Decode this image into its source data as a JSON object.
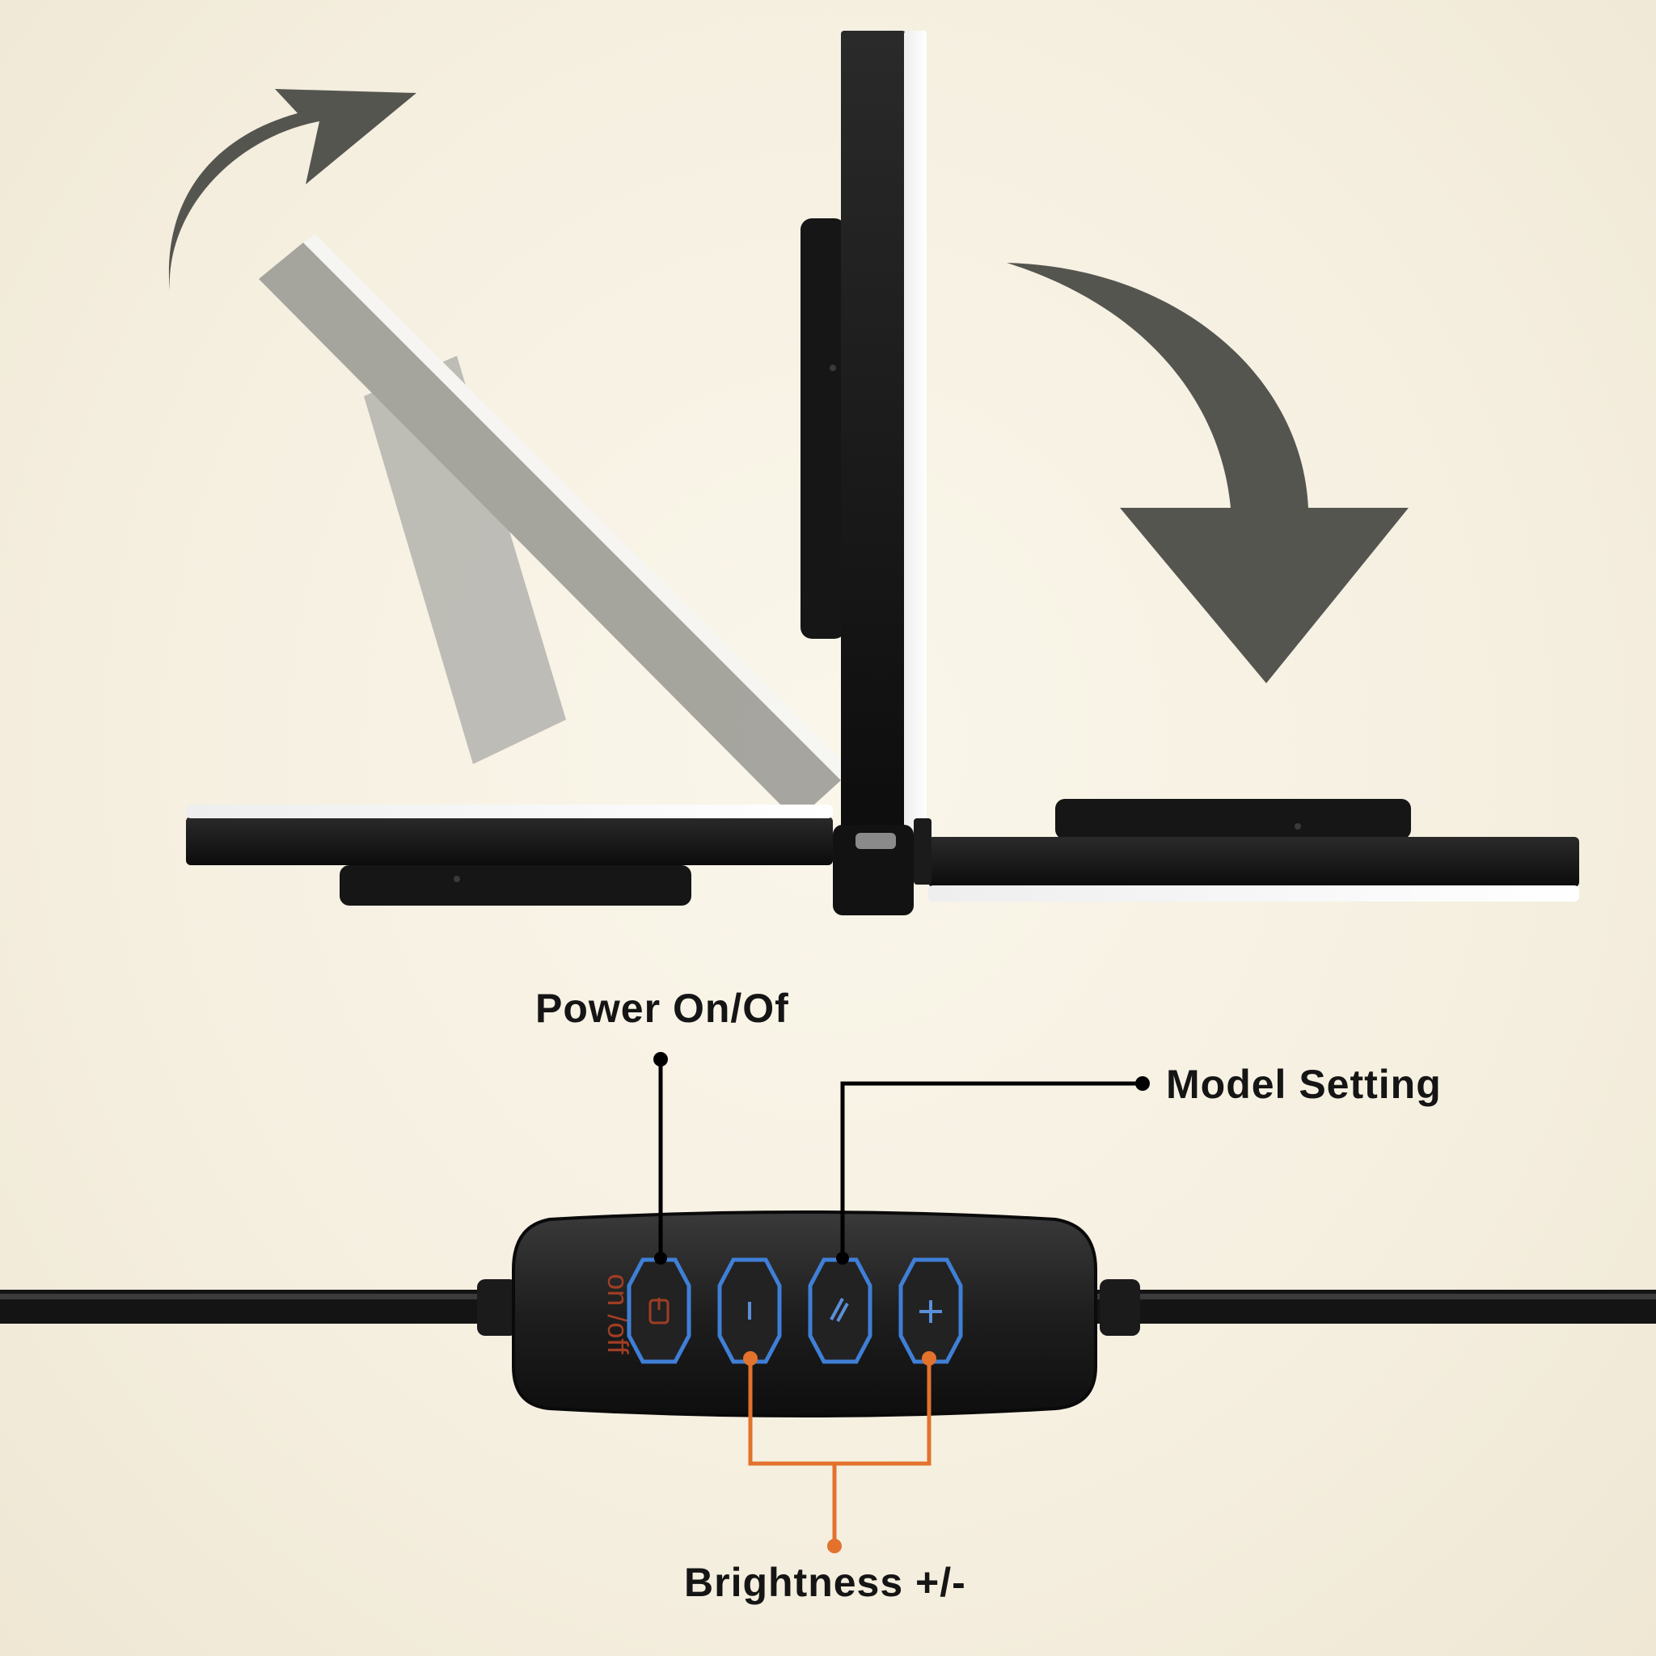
{
  "labels": {
    "power": "Power On/Of",
    "model": "Model Setting",
    "brightness": "Brightness +/-",
    "controller_text": "on /off"
  },
  "icons": {
    "power_button": "power-icon",
    "minus_button": "minus-icon",
    "mode_button": "mode-icon",
    "plus_button": "plus-icon",
    "rotate_up": "curved-arrow-up-icon",
    "rotate_down": "curved-arrow-down-icon"
  },
  "colors": {
    "background": "#f5efe0",
    "arrow": "#555550",
    "device": "#151515",
    "button_glow": "#3f7fd6",
    "brightness_line": "#e2722c",
    "leader_line": "#000000"
  }
}
